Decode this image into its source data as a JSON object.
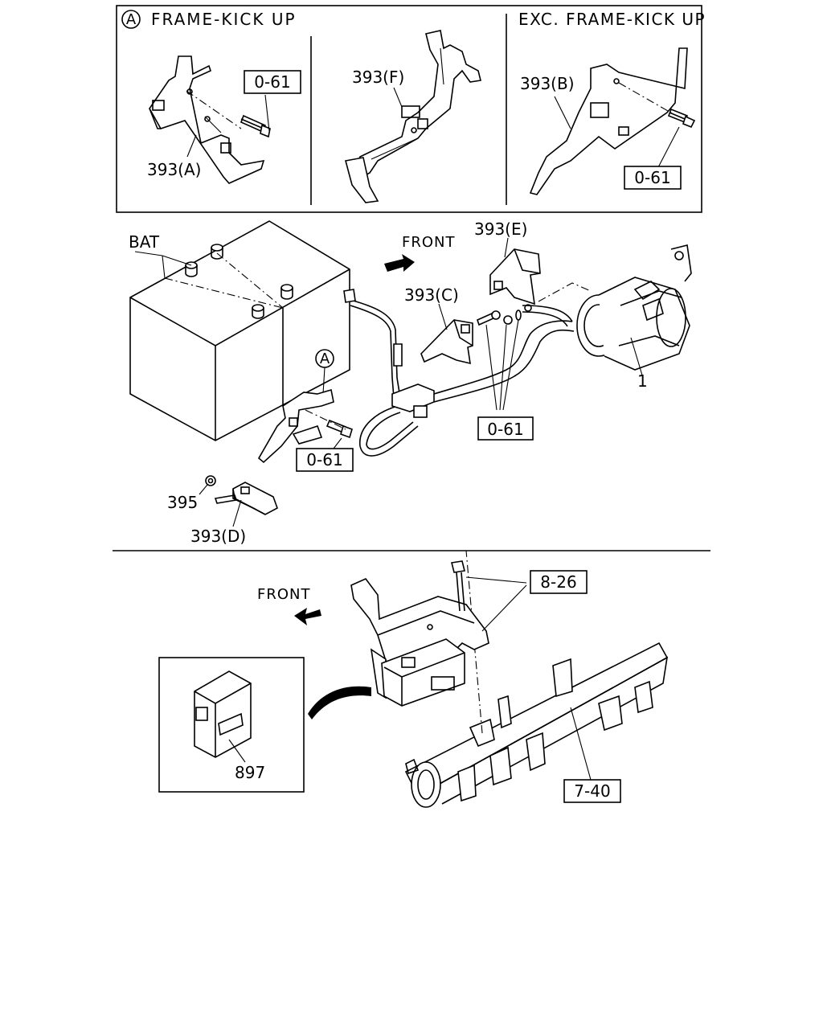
{
  "top_panel": {
    "circle_marker": "A",
    "left_title": "FRAME-KICK UP",
    "right_title": "EXC. FRAME-KICK UP",
    "parts": {
      "bracket_a": "393(A)",
      "bracket_f": "393(F)",
      "bracket_b": "393(B)",
      "ref_left": "0-61",
      "ref_right": "0-61"
    }
  },
  "middle_section": {
    "battery_label": "BAT",
    "front_label": "FRONT",
    "circle_marker": "A",
    "parts": {
      "bracket_e": "393(E)",
      "bracket_c": "393(C)",
      "bracket_d": "393(D)",
      "nut": "395",
      "starter": "1",
      "ref_bracket": "0-61",
      "ref_cable": "0-61"
    }
  },
  "bottom_section": {
    "front_label": "FRONT",
    "parts": {
      "ref_bolts": "8-26",
      "ref_frame": "7-40",
      "control_unit": "897"
    }
  },
  "icons": {
    "front_arrow_right": "arrow-right-icon",
    "front_arrow_left": "arrow-left-icon"
  }
}
